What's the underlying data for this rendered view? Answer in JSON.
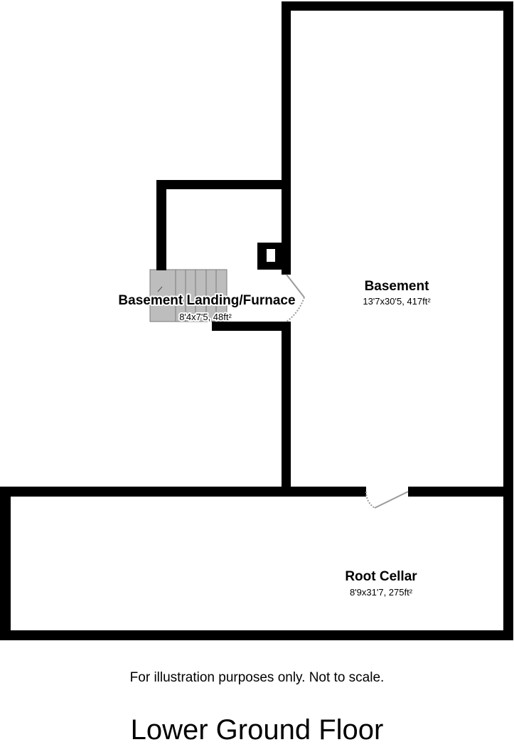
{
  "rooms": {
    "basement": {
      "name": "Basement",
      "dimensions": "13'7x30'5, 417ft²"
    },
    "landing": {
      "name": "Basement Landing/Furnace",
      "dimensions": "8'4x7'5, 48ft²"
    },
    "root_cellar": {
      "name": "Root Cellar",
      "dimensions": "8'9x31'7, 275ft²"
    }
  },
  "disclaimer": "For illustration purposes only. Not to scale.",
  "floor_title": "Lower Ground Floor",
  "colors": {
    "wall": "#000000",
    "stairs_fill": "#bdbdbd",
    "stairs_line": "#7a7a7a",
    "door": "#9a9a9a"
  }
}
